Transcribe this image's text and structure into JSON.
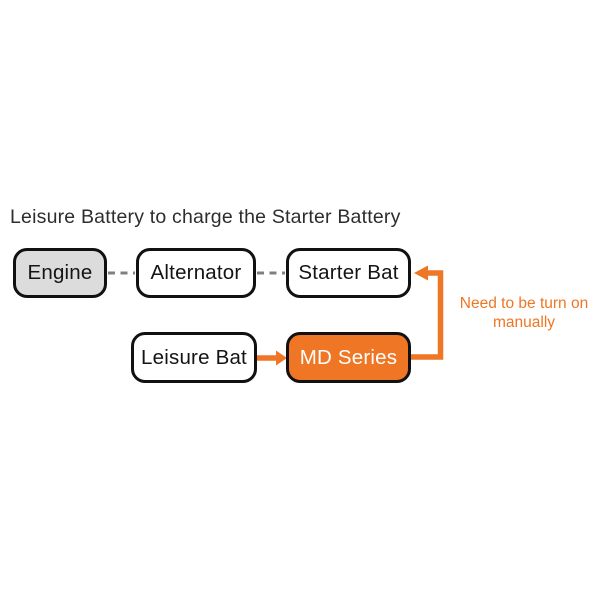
{
  "title": "Leisure Battery to charge the Starter Battery",
  "diagram": {
    "nodes": [
      {
        "id": "engine",
        "label": "Engine"
      },
      {
        "id": "alternator",
        "label": "Alternator"
      },
      {
        "id": "starter-bat",
        "label": "Starter Bat"
      },
      {
        "id": "leisure-bat",
        "label": "Leisure Bat"
      },
      {
        "id": "md-series",
        "label": "MD Series"
      }
    ],
    "annotation": {
      "line1": "Need to be turn on",
      "line2": "manually"
    },
    "connections": [
      {
        "from": "engine",
        "to": "alternator",
        "style": "dashed"
      },
      {
        "from": "alternator",
        "to": "starter-bat",
        "style": "dashed"
      },
      {
        "from": "leisure-bat",
        "to": "md-series",
        "style": "orange-arrow"
      },
      {
        "from": "md-series",
        "to": "starter-bat",
        "style": "orange-elbow-arrow"
      }
    ]
  },
  "colors": {
    "accent": "#EE7624",
    "box-gray": "#DCDCDC",
    "border": "#111111",
    "dash": "#808080",
    "ink": "#2D2D2D"
  }
}
